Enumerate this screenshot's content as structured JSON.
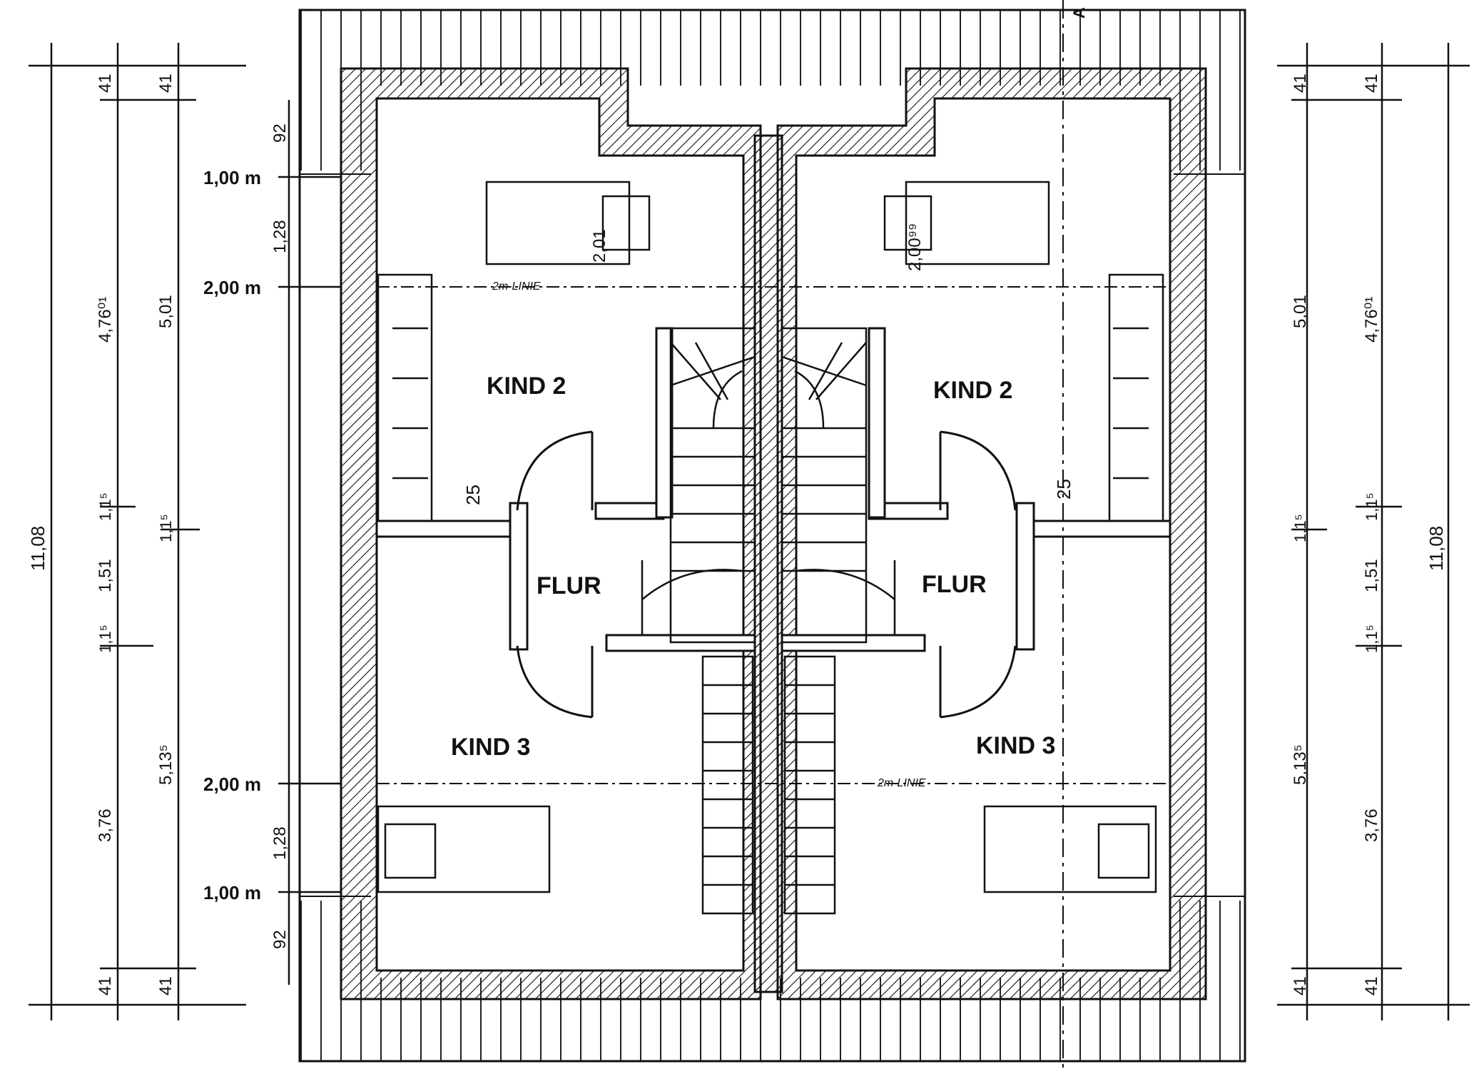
{
  "rooms": {
    "kind2_left": "KIND 2",
    "kind2_right": "KIND 2",
    "kind3_left": "KIND 3",
    "kind3_right": "KIND 3",
    "flur_left": "FLUR",
    "flur_right": "FLUR"
  },
  "lines": {
    "two_m_top": "2m-LINIE",
    "two_m_bottom": "2m-LINIE"
  },
  "levels": {
    "top_1m": "1,00 m",
    "top_2m": "2,00 m",
    "bottom_2m": "2,00 m",
    "bottom_1m": "1,00 m"
  },
  "left_dims": {
    "total": "11,08",
    "a_41_top": "41",
    "a_476": "4,76⁰¹",
    "a_115_1": "1,1⁵",
    "a_151": "1,51",
    "a_115_2": "1,1⁵",
    "a_376": "3,76",
    "a_41_bottom": "41",
    "b_41_top": "41",
    "b_501": "5,01",
    "b_115": "1,1⁵",
    "b_5135": "5,13⁵",
    "b_41_bottom": "41"
  },
  "slope_dims": {
    "top_92": "92",
    "top_128": "1,28",
    "bottom_128": "1,28",
    "bottom_92": "92"
  },
  "right_dims": {
    "total": "11,08",
    "c_41_top": "41",
    "c_501": "5,01",
    "c_115": "1,1⁵",
    "c_5135": "5,13⁵",
    "c_41_bottom": "41",
    "d_41_top": "41",
    "d_476": "4,76⁰¹",
    "d_115_1": "1,1⁵",
    "d_151": "1,51",
    "d_115_2": "1,1⁵",
    "d_376": "3,76",
    "d_41_bottom": "41"
  },
  "inner_dims": {
    "bed_left": "2,01",
    "bed_right": "2,00⁹⁹",
    "door_left": "25",
    "door_right": "25"
  },
  "section_marker": "A"
}
